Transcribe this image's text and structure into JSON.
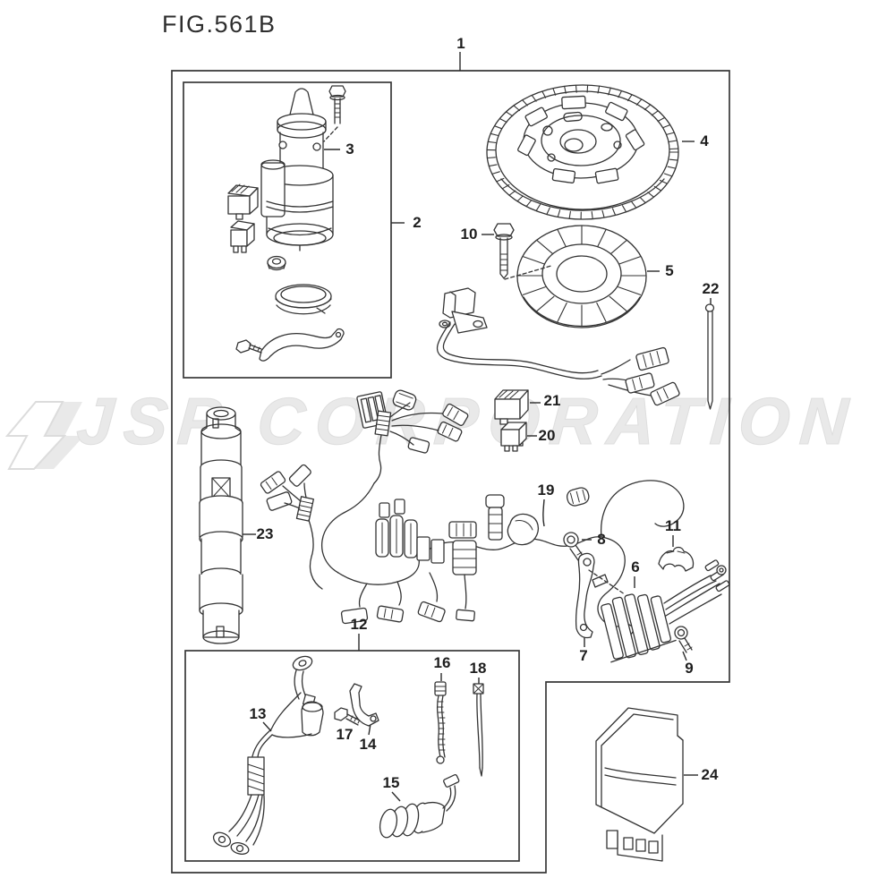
{
  "figure_title": "FIG.561B",
  "watermark": {
    "text": "JSP CORPORATION"
  },
  "colors": {
    "line": "#333333",
    "label_text": "#1e1e1e",
    "watermark_text": "#e9e9e9",
    "watermark_outline": "#dedede",
    "logo_gray": "#e9e9e9",
    "logo_white": "#ffffff",
    "background": "#ffffff"
  },
  "part_labels": [
    "1",
    "2",
    "3",
    "4",
    "5",
    "6",
    "7",
    "8",
    "9",
    "10",
    "11",
    "12",
    "13",
    "14",
    "15",
    "16",
    "17",
    "18",
    "19",
    "20",
    "21",
    "22",
    "23",
    "24"
  ]
}
